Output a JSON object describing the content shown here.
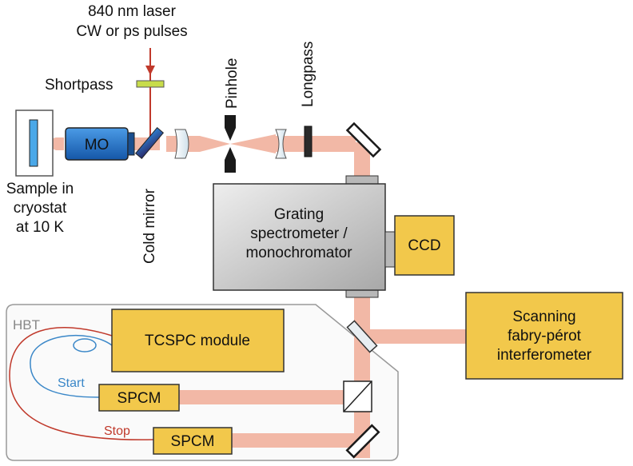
{
  "labels": {
    "laser_line1": "840 nm laser",
    "laser_line2": "CW or ps pulses",
    "shortpass": "Shortpass",
    "pinhole": "Pinhole",
    "longpass": "Longpass",
    "mo": "MO",
    "sample_line1": "Sample in",
    "sample_line2": "cryostat",
    "sample_line3": "at 10 K",
    "cold_mirror": "Cold mirror",
    "spectrometer_line1": "Grating",
    "spectrometer_line2": "spectrometer /",
    "spectrometer_line3": "monochromator",
    "ccd": "CCD",
    "fp_line1": "Scanning",
    "fp_line2": "fabry-pérot",
    "fp_line3": "interferometer",
    "hbt": "HBT",
    "tcspc": "TCSPC module",
    "start": "Start",
    "stop": "Stop",
    "spcm1": "SPCM",
    "spcm2": "SPCM"
  },
  "colors": {
    "beam": "#f2b8a6",
    "laser": "#c0392b",
    "module_fill": "#f2c84b",
    "module_stroke": "#333333",
    "mo_fill": "#1f6fc4",
    "spectrometer_fill": "#c8c8c8",
    "start_cable": "#3a87c8",
    "stop_cable": "#c0392b",
    "hbt_border": "#999999"
  }
}
